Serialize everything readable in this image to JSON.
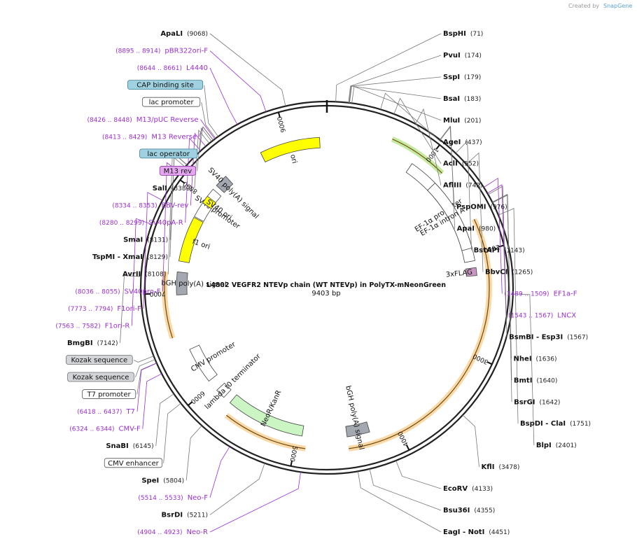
{
  "brand": {
    "created_by": "Created by",
    "product": "SnapGene"
  },
  "map": {
    "title": "L4802 VEGFR2 NTEVp chain (WT NTEVp) in PolyTX-mNeonGreen",
    "length_label": "9403 bp",
    "total_bp": 9403
  },
  "ticks": [
    {
      "bp": 1000,
      "label": "1000"
    },
    {
      "bp": 2000,
      "label": "2000"
    },
    {
      "bp": 3000,
      "label": "3000"
    },
    {
      "bp": 4000,
      "label": "4000"
    },
    {
      "bp": 5000,
      "label": "5000"
    },
    {
      "bp": 6000,
      "label": "6000"
    },
    {
      "bp": 7000,
      "label": "7000"
    },
    {
      "bp": 8000,
      "label": "8000"
    },
    {
      "bp": 9000,
      "label": "9000"
    }
  ],
  "enzymes": [
    {
      "name": "BspHI",
      "pos": "(71)",
      "bp": 71,
      "side": "R"
    },
    {
      "name": "PvuI",
      "pos": "(174)",
      "bp": 174,
      "side": "R"
    },
    {
      "name": "SspI",
      "pos": "(179)",
      "bp": 179,
      "side": "R"
    },
    {
      "name": "BsaI",
      "pos": "(183)",
      "bp": 183,
      "side": "R"
    },
    {
      "name": "MluI",
      "pos": "(201)",
      "bp": 201,
      "side": "R"
    },
    {
      "name": "AgeI",
      "pos": "(437)",
      "bp": 437,
      "side": "R"
    },
    {
      "name": "AclI",
      "pos": "(552)",
      "bp": 552,
      "side": "R"
    },
    {
      "name": "AflIII",
      "pos": "(742)",
      "bp": 742,
      "side": "R"
    },
    {
      "name": "PspOMI",
      "pos": "(976)",
      "bp": 976,
      "side": "R"
    },
    {
      "name": "ApaI",
      "pos": "(980)",
      "bp": 980,
      "side": "R"
    },
    {
      "name": "BstAPI",
      "pos": "(1143)",
      "bp": 1143,
      "side": "R"
    },
    {
      "name": "BbvCI",
      "pos": "(1265)",
      "bp": 1265,
      "side": "R"
    },
    {
      "name": "BsmBI - Esp3I",
      "pos": "(1567)",
      "bp": 1567,
      "side": "R"
    },
    {
      "name": "NheI",
      "pos": "(1636)",
      "bp": 1636,
      "side": "R"
    },
    {
      "name": "BmtI",
      "pos": "(1640)",
      "bp": 1640,
      "side": "R"
    },
    {
      "name": "BsrGI",
      "pos": "(1642)",
      "bp": 1642,
      "side": "R"
    },
    {
      "name": "BspDI - ClaI",
      "pos": "(1751)",
      "bp": 1751,
      "side": "R"
    },
    {
      "name": "BlpI",
      "pos": "(2401)",
      "bp": 2401,
      "side": "R"
    },
    {
      "name": "KflI",
      "pos": "(3478)",
      "bp": 3478,
      "side": "R"
    },
    {
      "name": "EcoRV",
      "pos": "(4133)",
      "bp": 4133,
      "side": "R"
    },
    {
      "name": "Bsu36I",
      "pos": "(4355)",
      "bp": 4355,
      "side": "R"
    },
    {
      "name": "EagI - NotI",
      "pos": "(4451)",
      "bp": 4451,
      "side": "R"
    },
    {
      "name": "BsrDI",
      "pos": "(5211)",
      "bp": 5211,
      "side": "L"
    },
    {
      "name": "SpeI",
      "pos": "(5804)",
      "bp": 5804,
      "side": "L"
    },
    {
      "name": "SnaBI",
      "pos": "(6145)",
      "bp": 6145,
      "side": "L"
    },
    {
      "name": "BmgBI",
      "pos": "(7142)",
      "bp": 7142,
      "side": "L"
    },
    {
      "name": "AvrII",
      "pos": "(8108)",
      "bp": 8108,
      "side": "L"
    },
    {
      "name": "TspMI - XmaI",
      "pos": "(8129)",
      "bp": 8129,
      "side": "L"
    },
    {
      "name": "SmaI",
      "pos": "(8131)",
      "bp": 8131,
      "side": "L"
    },
    {
      "name": "SalI",
      "pos": "(8380)",
      "bp": 8380,
      "side": "L"
    },
    {
      "name": "ApaLI",
      "pos": "(9068)",
      "bp": 9068,
      "side": "L"
    }
  ],
  "primers": [
    {
      "name": "EF1a-F",
      "pos": "(1489 .. 1509)",
      "bp": 1499,
      "side": "R"
    },
    {
      "name": "LNCX",
      "pos": "(1543 .. 1567)",
      "bp": 1555,
      "side": "R"
    },
    {
      "name": "Neo-R",
      "pos": "(4904 .. 4923)",
      "bp": 4913,
      "side": "L"
    },
    {
      "name": "Neo-F",
      "pos": "(5514 .. 5533)",
      "bp": 5523,
      "side": "L"
    },
    {
      "name": "CMV-F",
      "pos": "(6324 .. 6344)",
      "bp": 6334,
      "side": "L"
    },
    {
      "name": "T7",
      "pos": "(6418 .. 6437)",
      "bp": 6427,
      "side": "L"
    },
    {
      "name": "F1ori-R",
      "pos": "(7563 .. 7582)",
      "bp": 7572,
      "side": "L"
    },
    {
      "name": "F1ori-F",
      "pos": "(7773 .. 7794)",
      "bp": 7783,
      "side": "L"
    },
    {
      "name": "SV40pro-F",
      "pos": "(8036 .. 8055)",
      "bp": 8045,
      "side": "L"
    },
    {
      "name": "SV40pA-R",
      "pos": "(8280 .. 8299)",
      "bp": 8290,
      "side": "L"
    },
    {
      "name": "EBV-rev",
      "pos": "(8334 .. 8353)",
      "bp": 8343,
      "side": "L"
    },
    {
      "name": "M13 Reverse",
      "pos": "(8413 .. 8429)",
      "bp": 8421,
      "side": "L"
    },
    {
      "name": "M13/pUC Reverse",
      "pos": "(8426 .. 8448)",
      "bp": 8437,
      "side": "L"
    },
    {
      "name": "L4440",
      "pos": "(8644 .. 8661)",
      "bp": 8652,
      "side": "L"
    },
    {
      "name": "pBR322ori-F",
      "pos": "(8895 .. 8914)",
      "bp": 8904,
      "side": "L"
    }
  ],
  "boxed_labels": [
    {
      "name": "CAP binding site",
      "style": "blue",
      "bp": 8470
    },
    {
      "name": "lac promoter",
      "style": "white",
      "bp": 8445
    },
    {
      "name": "lac operator",
      "style": "blue",
      "bp": 8420
    },
    {
      "name": "M13 rev",
      "style": "purple",
      "bp": 8405
    },
    {
      "name": "Kozak sequence",
      "style": "grey",
      "bp": 6490
    },
    {
      "name": "Kozak sequence",
      "style": "grey",
      "bp": 6460
    },
    {
      "name": "T7 promoter",
      "style": "white",
      "bp": 6430
    },
    {
      "name": "CMV enhancer",
      "style": "white",
      "bp": 6050
    }
  ],
  "features": [
    {
      "name": "EF-1α promoter",
      "start": 900,
      "end": 2080,
      "color": "#ffffff"
    },
    {
      "name": "EF-1α intron A",
      "start": 1200,
      "end": 1950,
      "color": "#ffffff"
    },
    {
      "name": "3xFLAG",
      "start": 2150,
      "end": 2230,
      "color": "#c797c1"
    },
    {
      "name": "bGH poly(A) signal",
      "start": 4270,
      "end": 4500,
      "color": "#a4a8b0"
    },
    {
      "name": "NeoR/KanR",
      "start": 4950,
      "end": 5750,
      "color": "#ccf5c4"
    },
    {
      "name": "lambda t0 terminator",
      "start": 5830,
      "end": 5930,
      "color": "#ffffff"
    },
    {
      "name": "CMV promoter",
      "start": 6050,
      "end": 6420,
      "color": "#ffffff"
    },
    {
      "name": "bGH poly(A) signal",
      "start": 6980,
      "end": 7210,
      "color": "#a4a8b0"
    },
    {
      "name": "f1 ori",
      "start": 7320,
      "end": 7780,
      "color": "#ffff00"
    },
    {
      "name": "SV40 promoter",
      "start": 7790,
      "end": 8120,
      "color": "#ffffff"
    },
    {
      "name": "SV40 ori",
      "start": 7950,
      "end": 8030,
      "color": "#ffff00"
    },
    {
      "name": "SV40 poly(A) signal",
      "start": 8170,
      "end": 8300,
      "color": "#a4a8b0"
    },
    {
      "name": "ori",
      "start": 8720,
      "end": 9330,
      "color": "#ffff00"
    }
  ],
  "orfs": [
    {
      "start": 620,
      "end": 1180,
      "color": "#7fd02a"
    },
    {
      "start": 1700,
      "end": 4500,
      "color": "#f4ab3a"
    },
    {
      "start": 4900,
      "end": 5700,
      "color": "#f4ab3a"
    },
    {
      "start": 6580,
      "end": 7200,
      "color": "#f4ab3a"
    }
  ]
}
